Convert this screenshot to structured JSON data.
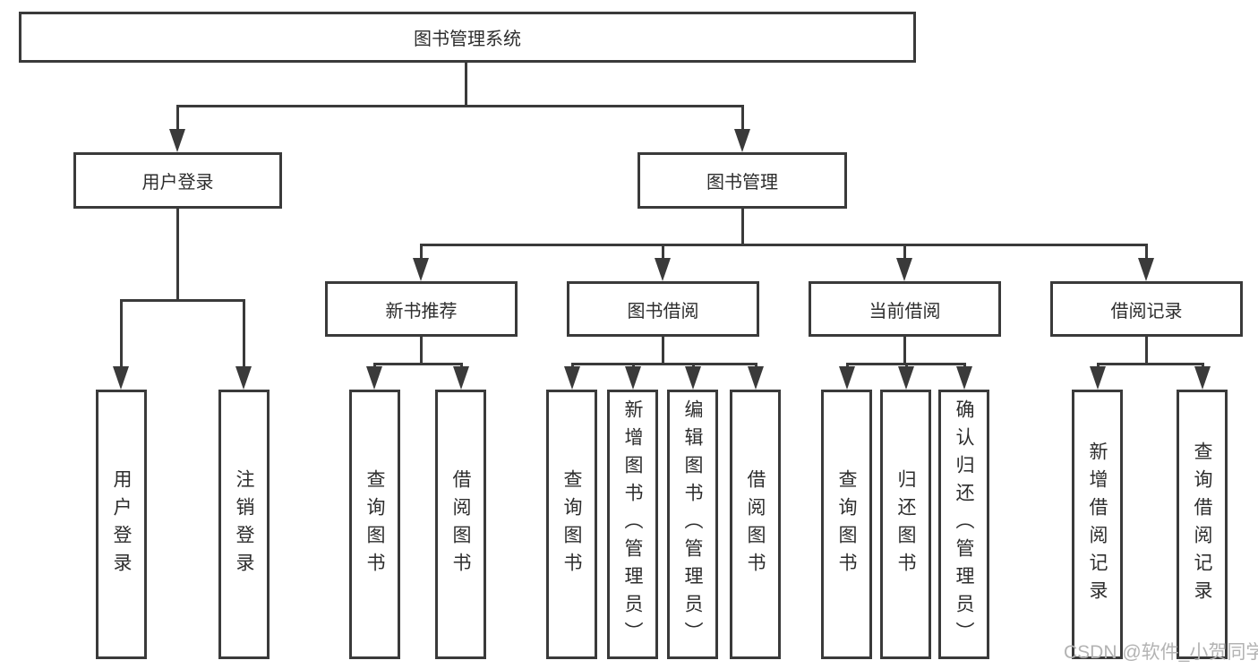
{
  "tree": {
    "root": "图书管理系统",
    "user_branch": {
      "label": "用户登录",
      "children": [
        "用户登录",
        "注销登录"
      ]
    },
    "book_branch": {
      "label": "图书管理",
      "groups": [
        {
          "label": "新书推荐",
          "children": [
            "查询图书",
            "借阅图书"
          ]
        },
        {
          "label": "图书借阅",
          "children": [
            "查询图书",
            "新增图书（管理员）",
            "编辑图书（管理员）",
            "借阅图书"
          ]
        },
        {
          "label": "当前借阅",
          "children": [
            "查询图书",
            "归还图书",
            "确认归还（管理员）"
          ]
        },
        {
          "label": "借阅记录",
          "children": [
            "新增借阅记录",
            "查询借阅记录"
          ]
        }
      ]
    }
  },
  "watermark": "CSDN @软件_小贺同学",
  "colors": {
    "line": "#3a3a3a",
    "text": "#2d2d2d",
    "watermark": "#b3b3b3",
    "background": "#ffffff"
  }
}
